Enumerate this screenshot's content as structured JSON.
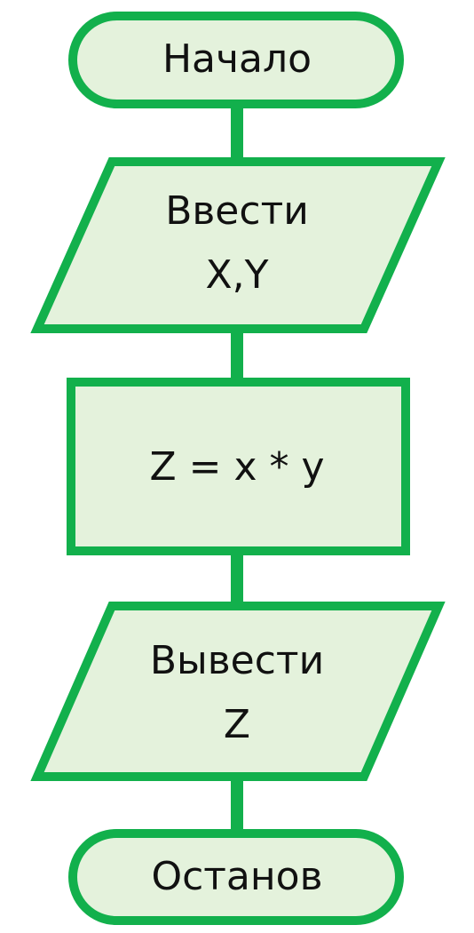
{
  "diagram": {
    "colors": {
      "stroke": "#12b04c",
      "fill": "#e4f2dc",
      "text": "#111111"
    },
    "start": {
      "shape": "terminator",
      "label": "Начало"
    },
    "input": {
      "shape": "parallelogram",
      "line1": "Ввести",
      "line2": "X,Y"
    },
    "process": {
      "shape": "rectangle",
      "label": "Z = x * y"
    },
    "output": {
      "shape": "parallelogram",
      "line1": "Вывести",
      "line2": "Z"
    },
    "end": {
      "shape": "terminator",
      "label": "Останов"
    }
  }
}
